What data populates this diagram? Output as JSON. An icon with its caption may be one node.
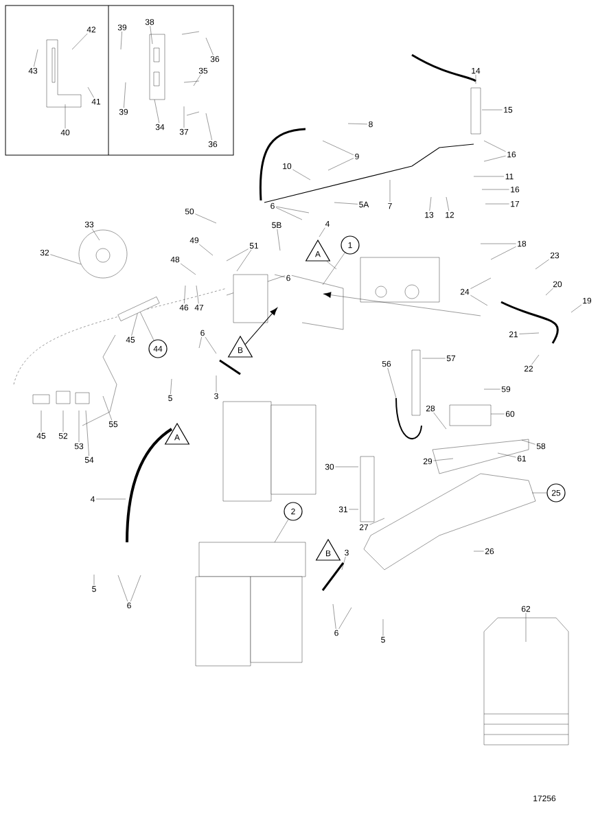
{
  "diagram": {
    "nodes": [
      {
        "text": [
          "42"
        ]
      },
      {
        "text": [
          "43"
        ]
      },
      {
        "text": [
          "41"
        ]
      },
      {
        "text": [
          "40"
        ]
      },
      {
        "text": [
          "39"
        ]
      },
      {
        "text": [
          "38"
        ]
      },
      {
        "text": [
          "36"
        ]
      },
      {
        "text": [
          "35"
        ]
      },
      {
        "text": [
          "39"
        ]
      },
      {
        "text": [
          "34"
        ]
      },
      {
        "text": [
          "37"
        ]
      },
      {
        "text": [
          "36"
        ]
      },
      {
        "text": [
          "14"
        ]
      },
      {
        "text": [
          "15"
        ]
      },
      {
        "text": [
          "8"
        ]
      },
      {
        "text": [
          "9"
        ]
      },
      {
        "text": [
          "16"
        ]
      },
      {
        "text": [
          "10"
        ]
      },
      {
        "text": [
          "11"
        ]
      },
      {
        "text": [
          "16"
        ]
      },
      {
        "text": [
          "17"
        ]
      },
      {
        "text": [
          "7"
        ]
      },
      {
        "text": [
          "5A"
        ]
      },
      {
        "text": [
          "13"
        ]
      },
      {
        "text": [
          "12"
        ]
      },
      {
        "text": [
          "6"
        ]
      },
      {
        "text": [
          "4"
        ]
      },
      {
        "text": [
          "50"
        ]
      },
      {
        "text": [
          "33"
        ]
      },
      {
        "text": [
          "5B"
        ]
      },
      {
        "text": [
          "49"
        ]
      },
      {
        "text": [
          "51"
        ]
      },
      {
        "text": [
          "18"
        ]
      },
      {
        "text": [
          "32"
        ]
      },
      {
        "text": [
          "48"
        ]
      },
      {
        "text": [
          "23"
        ]
      },
      {
        "text": [
          "6"
        ]
      },
      {
        "text": [
          "24"
        ]
      },
      {
        "text": [
          "20"
        ]
      },
      {
        "text": [
          "19"
        ]
      },
      {
        "text": [
          "46"
        ]
      },
      {
        "text": [
          "47"
        ]
      },
      {
        "text": [
          "45"
        ]
      },
      {
        "text": [
          "21"
        ]
      },
      {
        "text": [
          "6"
        ]
      },
      {
        "text": [
          "56"
        ]
      },
      {
        "text": [
          "57"
        ]
      },
      {
        "text": [
          "22"
        ]
      },
      {
        "text": [
          "5"
        ]
      },
      {
        "text": [
          "3"
        ]
      },
      {
        "text": [
          "59"
        ]
      },
      {
        "text": [
          "28"
        ]
      },
      {
        "text": [
          "60"
        ]
      },
      {
        "text": [
          "55"
        ]
      },
      {
        "text": [
          "45"
        ]
      },
      {
        "text": [
          "52"
        ]
      },
      {
        "text": [
          "53"
        ]
      },
      {
        "text": [
          "54"
        ]
      },
      {
        "text": [
          "58"
        ]
      },
      {
        "text": [
          "30"
        ]
      },
      {
        "text": [
          "29"
        ]
      },
      {
        "text": [
          "61"
        ]
      },
      {
        "text": [
          "4"
        ]
      },
      {
        "text": [
          "31"
        ]
      },
      {
        "text": [
          "27"
        ]
      },
      {
        "text": [
          "26"
        ]
      },
      {
        "text": [
          "5"
        ]
      },
      {
        "text": [
          "6"
        ]
      },
      {
        "text": [
          "3"
        ]
      },
      {
        "text": [
          "6"
        ]
      },
      {
        "text": [
          "5"
        ]
      },
      {
        "text": [
          "62"
        ]
      },
      {
        "text": [
          "1"
        ]
      },
      {
        "text": [
          "2"
        ]
      },
      {
        "text": [
          "25"
        ]
      },
      {
        "text": [
          "44"
        ]
      },
      {
        "text": [
          "A"
        ]
      },
      {
        "text": [
          "B"
        ]
      },
      {
        "text": [
          "A"
        ]
      },
      {
        "text": [
          "B"
        ]
      },
      {
        "text": [],
        "shape": "bar"
      }
    ],
    "edges": [
      {
        "from": 0,
        "to": null,
        "arrow": "none"
      },
      {
        "from": 1,
        "to": null,
        "arrow": "none"
      },
      {
        "from": 2,
        "to": null,
        "arrow": "none"
      },
      {
        "from": 3,
        "to": null,
        "arrow": "none"
      },
      {
        "from": 4,
        "to": null,
        "arrow": "none"
      },
      {
        "from": 5,
        "to": null,
        "arrow": "none"
      },
      {
        "from": 6,
        "to": null,
        "arrow": "none"
      },
      {
        "from": 7,
        "to": null,
        "arrow": "none"
      },
      {
        "from": 8,
        "to": null,
        "arrow": "none"
      },
      {
        "from": 9,
        "to": null,
        "arrow": "none"
      },
      {
        "from": 10,
        "to": null,
        "arrow": "none"
      },
      {
        "from": 11,
        "to": null,
        "arrow": "none"
      },
      {
        "from": 12,
        "to": null,
        "arrow": "none"
      },
      {
        "from": 13,
        "to": null,
        "arrow": "none"
      },
      {
        "from": 14,
        "to": null,
        "arrow": "none"
      },
      {
        "from": 15,
        "to": null,
        "arrow": "none"
      },
      {
        "from": 15,
        "to": null,
        "arrow": "none"
      },
      {
        "from": 16,
        "to": null,
        "arrow": "none"
      },
      {
        "from": 16,
        "to": null,
        "arrow": "none"
      },
      {
        "from": 17,
        "to": null,
        "arrow": "none"
      },
      {
        "from": 18,
        "to": null,
        "arrow": "none"
      },
      {
        "from": 19,
        "to": null,
        "arrow": "none"
      },
      {
        "from": 20,
        "to": null,
        "arrow": "none"
      },
      {
        "from": 21,
        "to": null,
        "arrow": "none"
      },
      {
        "from": 22,
        "to": null,
        "arrow": "none"
      },
      {
        "from": 23,
        "to": null,
        "arrow": "none"
      },
      {
        "from": 24,
        "to": null,
        "arrow": "none"
      },
      {
        "from": 25,
        "to": null,
        "arrow": "none"
      },
      {
        "from": 25,
        "to": null,
        "arrow": "none"
      },
      {
        "from": 26,
        "to": null,
        "arrow": "none"
      },
      {
        "from": 27,
        "to": null,
        "arrow": "none"
      },
      {
        "from": 28,
        "to": null,
        "arrow": "none"
      },
      {
        "from": 29,
        "to": null,
        "arrow": "none"
      },
      {
        "from": 30,
        "to": null,
        "arrow": "none"
      },
      {
        "from": 31,
        "to": null,
        "arrow": "none"
      },
      {
        "from": 31,
        "to": null,
        "arrow": "none"
      },
      {
        "from": 32,
        "to": null,
        "arrow": "none"
      },
      {
        "from": 32,
        "to": null,
        "arrow": "none"
      },
      {
        "from": 33,
        "to": null,
        "arrow": "none"
      },
      {
        "from": 34,
        "to": null,
        "arrow": "none"
      },
      {
        "from": 35,
        "to": null,
        "arrow": "none"
      },
      {
        "from": 36,
        "to": null,
        "arrow": "none"
      },
      {
        "from": 37,
        "to": null,
        "arrow": "none"
      },
      {
        "from": 37,
        "to": null,
        "arrow": "none"
      },
      {
        "from": 38,
        "to": null,
        "arrow": "none"
      },
      {
        "from": 39,
        "to": null,
        "arrow": "none"
      },
      {
        "from": 40,
        "to": null,
        "arrow": "none"
      },
      {
        "from": 41,
        "to": null,
        "arrow": "none"
      },
      {
        "from": 42,
        "to": 80,
        "arrow": "none"
      },
      {
        "from": 43,
        "to": null,
        "arrow": "none"
      },
      {
        "from": 44,
        "to": null,
        "arrow": "none"
      },
      {
        "from": 44,
        "to": null,
        "arrow": "none"
      },
      {
        "from": 45,
        "to": null,
        "arrow": "none"
      },
      {
        "from": 46,
        "to": null,
        "arrow": "none"
      },
      {
        "from": 47,
        "to": null,
        "arrow": "none"
      },
      {
        "from": 48,
        "to": null,
        "arrow": "none"
      },
      {
        "from": 49,
        "to": null,
        "arrow": "none"
      },
      {
        "from": 50,
        "to": null,
        "arrow": "none"
      },
      {
        "from": 51,
        "to": null,
        "arrow": "none"
      },
      {
        "from": 52,
        "to": null,
        "arrow": "none"
      },
      {
        "from": 53,
        "to": null,
        "arrow": "none"
      },
      {
        "from": 54,
        "to": null,
        "arrow": "none"
      },
      {
        "from": 55,
        "to": null,
        "arrow": "none"
      },
      {
        "from": 56,
        "to": null,
        "arrow": "none"
      },
      {
        "from": 57,
        "to": null,
        "arrow": "none"
      },
      {
        "from": 58,
        "to": null,
        "arrow": "none"
      },
      {
        "from": 59,
        "to": null,
        "arrow": "none"
      },
      {
        "from": 60,
        "to": null,
        "arrow": "none"
      },
      {
        "from": 61,
        "to": null,
        "arrow": "none"
      },
      {
        "from": 62,
        "to": null,
        "arrow": "none"
      },
      {
        "from": 63,
        "to": null,
        "arrow": "none"
      },
      {
        "from": 64,
        "to": null,
        "arrow": "none"
      },
      {
        "from": 65,
        "to": null,
        "arrow": "none"
      },
      {
        "from": 66,
        "to": null,
        "arrow": "none"
      },
      {
        "from": 67,
        "to": null,
        "arrow": "none"
      },
      {
        "from": 67,
        "to": null,
        "arrow": "none"
      },
      {
        "from": 68,
        "to": null,
        "arrow": "none"
      },
      {
        "from": 69,
        "to": null,
        "arrow": "none"
      },
      {
        "from": 69,
        "to": null,
        "arrow": "none"
      },
      {
        "from": 70,
        "to": null,
        "arrow": "none"
      },
      {
        "from": 71,
        "to": null,
        "arrow": "none"
      },
      {
        "from": 72,
        "to": null,
        "arrow": "none"
      },
      {
        "from": 73,
        "to": null,
        "arrow": "none"
      },
      {
        "from": 74,
        "to": null,
        "arrow": "none"
      },
      {
        "from": 75,
        "to": 80,
        "arrow": "none"
      },
      {
        "from": 76,
        "to": null,
        "arrow": "none"
      },
      {
        "from": 77,
        "to": null,
        "arrow": "to"
      }
    ],
    "labels": [
      "17256"
    ]
  }
}
